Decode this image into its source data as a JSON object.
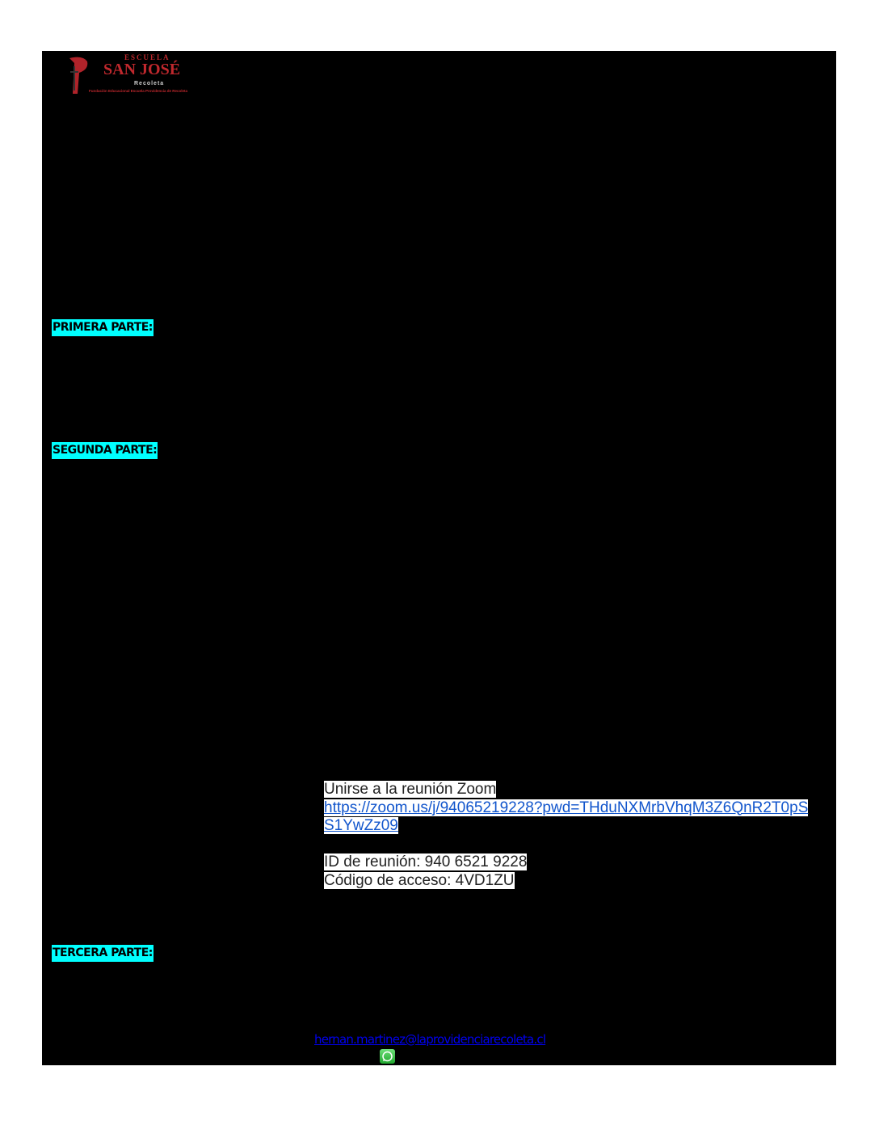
{
  "logo": {
    "line1": "ESCUELA",
    "line2": "SAN JOSÉ",
    "line3": "Recoleta",
    "line4": "Fundación Educacional Escuela Providencia de Recoleta"
  },
  "sections": {
    "first": "PRIMERA PARTE:",
    "second": "SEGUNDA PARTE:",
    "third": "TERCERA PARTE:"
  },
  "zoom": {
    "title": "Unirse a la reunión Zoom",
    "link_line1": "https://zoom.us/j/94065219228?pwd=THduNXMrbVhqM3Z6QnR2T0pS",
    "link_line2": "S1YwZz09",
    "meeting_id": "ID de reunión: 940 6521 9228",
    "access_code": "Código de acceso: 4VD1ZU"
  },
  "contact": {
    "email": "hernan.martinez@laprovidenciarecoleta.cl",
    "whatsapp_icon": "whatsapp-icon"
  }
}
